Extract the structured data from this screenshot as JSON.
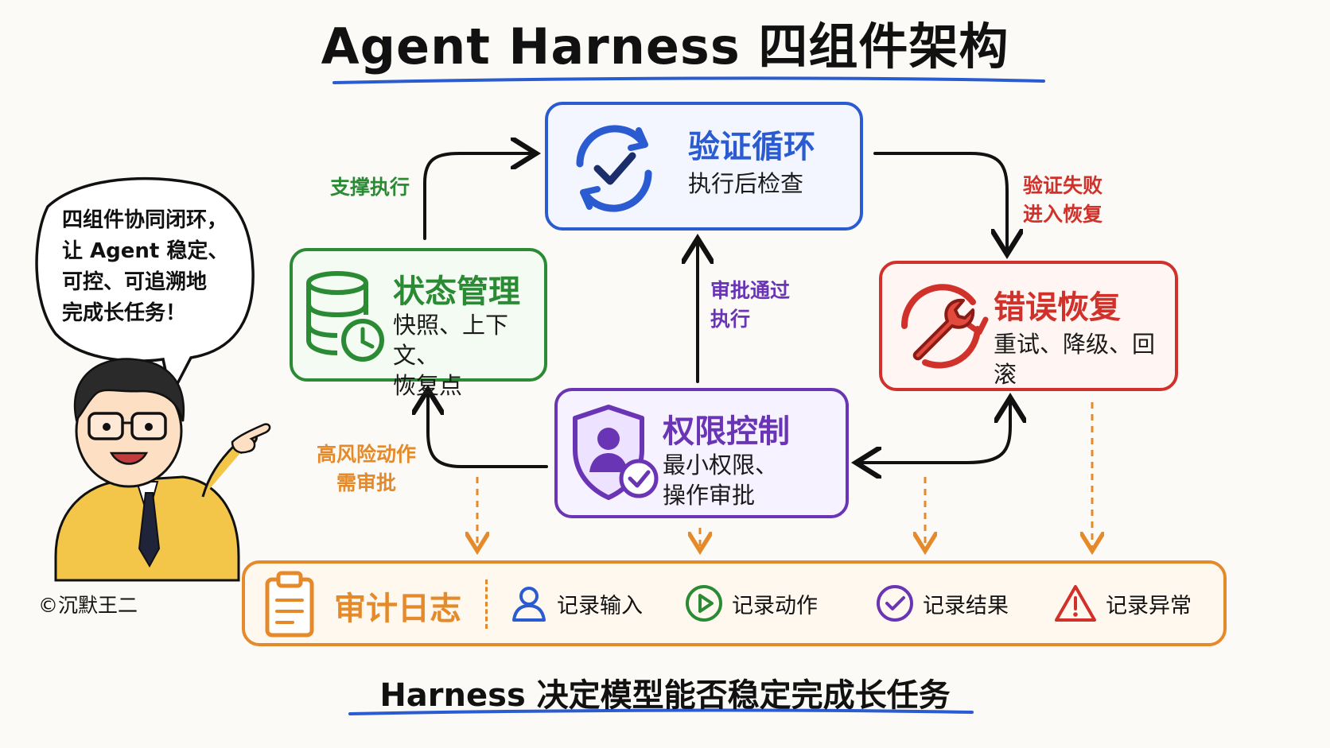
{
  "title": "Agent Harness 四组件架构",
  "footer": "Harness 决定模型能否稳定完成长任务",
  "bubble": {
    "lines": [
      "四组件协同闭环，",
      "让 Agent 稳定、",
      "可控、可追溯地",
      "完成长任务！"
    ]
  },
  "copyright": "©沉默王二",
  "colors": {
    "verify": "#2a5bd0",
    "state": "#2b8a34",
    "error": "#d0322b",
    "permission": "#6a35b4",
    "audit": "#e58a2a"
  },
  "components": {
    "verify": {
      "title": "验证循环",
      "subtitle": "执行后检查",
      "icon": "refresh-check-icon"
    },
    "state": {
      "title": "状态管理",
      "subtitle_lines": [
        "快照、上下文、",
        "恢复点"
      ],
      "icon": "database-clock-icon"
    },
    "error": {
      "title": "错误恢复",
      "subtitle": "重试、降级、回滚",
      "icon": "wrench-icon"
    },
    "permission": {
      "title": "权限控制",
      "subtitle_lines": [
        "最小权限、",
        "操作审批"
      ],
      "icon": "shield-user-icon"
    },
    "audit": {
      "title": "审计日志",
      "icon": "clipboard-icon",
      "items": [
        {
          "label": "记录输入",
          "icon": "user-icon"
        },
        {
          "label": "记录动作",
          "icon": "play-icon"
        },
        {
          "label": "记录结果",
          "icon": "check-circle-icon"
        },
        {
          "label": "记录异常",
          "icon": "warning-icon"
        }
      ]
    }
  },
  "edges": {
    "support": "支撑执行",
    "verify_fail": [
      "验证失败",
      "进入恢复"
    ],
    "approved": [
      "审批通过",
      "执行"
    ],
    "high_risk": [
      "高风险动作",
      "需审批"
    ]
  }
}
